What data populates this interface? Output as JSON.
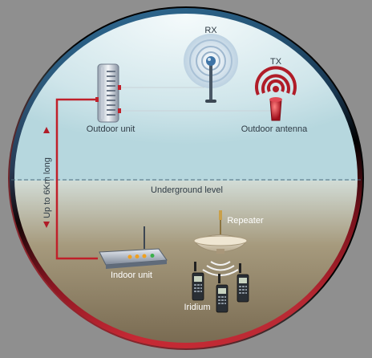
{
  "labels": {
    "rx": "RX",
    "tx": "TX",
    "outdoor_unit": "Outdoor unit",
    "outdoor_antenna": "Outdoor antenna",
    "cable_length": "Up to 6Km long",
    "underground_level": "Underground level",
    "repeater": "Repeater",
    "indoor_unit": "Indoor unit",
    "iridium": "Iridium"
  },
  "colors": {
    "sky_top": "#dcecf0",
    "ground": "#8a7a5e",
    "ring_blue": "#2a6fa0",
    "ring_red": "#b01c28",
    "cable": "#c0202a",
    "tx_antenna": "#b01c28",
    "rx_antenna": "#5a87b0"
  },
  "icons": {
    "rx": "rx-antenna-icon",
    "tx": "tx-antenna-icon",
    "outdoor_unit": "outdoor-unit-icon",
    "indoor_unit": "router-icon",
    "repeater": "repeater-icon",
    "phones": "satellite-phone-icon"
  }
}
